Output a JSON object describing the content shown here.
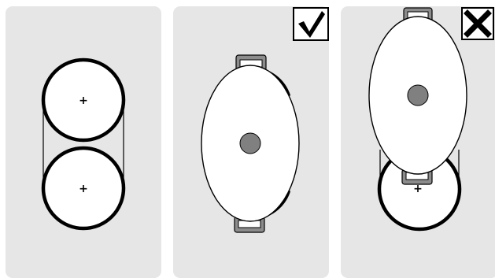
{
  "panels": [
    {
      "id": "zones",
      "marks": [
        "+",
        "+"
      ]
    },
    {
      "id": "correct-placement",
      "verdict_icon": "checkmark-icon",
      "verdict": "correct"
    },
    {
      "id": "incorrect-placement",
      "verdict_icon": "cross-icon",
      "verdict": "incorrect",
      "marks": [
        "+"
      ]
    }
  ],
  "colors": {
    "panel_bg": "#e6e6e6",
    "outline": "#000000",
    "pot_fill": "#ffffff",
    "knob": "#808080",
    "handle": "#8c8c8c"
  }
}
